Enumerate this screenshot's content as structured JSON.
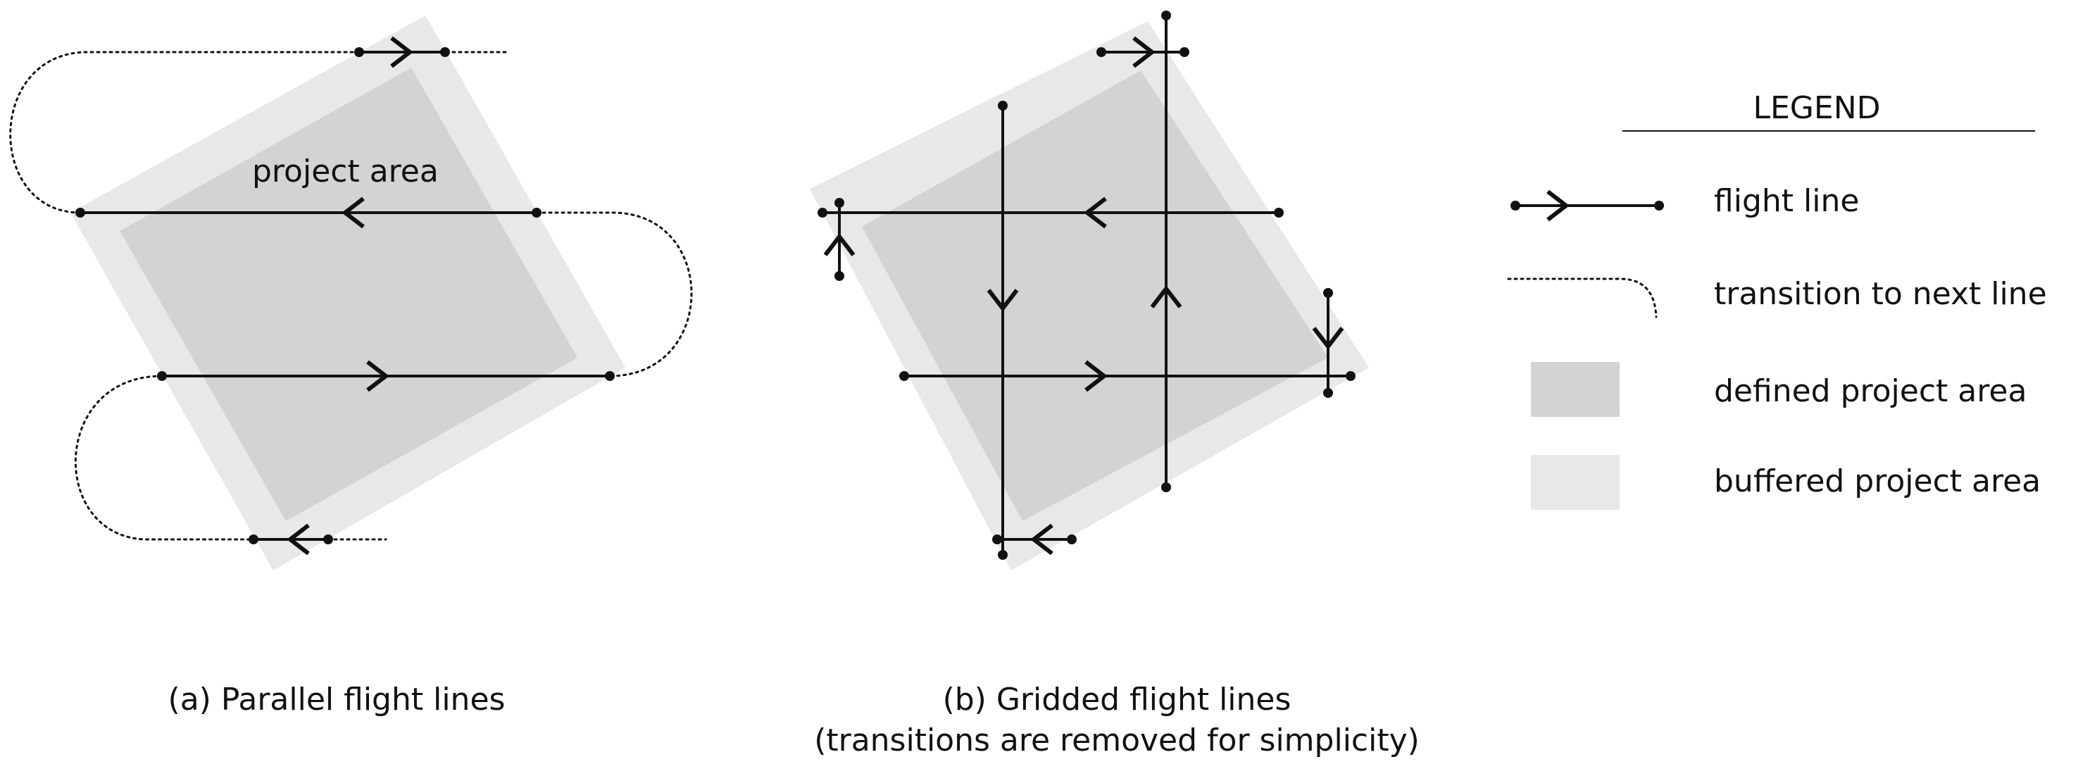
{
  "colors": {
    "defined_area": "#d3d3d3",
    "buffered_area": "#e8e8e8",
    "line": "#111111",
    "background": "#ffffff"
  },
  "panel_a": {
    "area_label": "project area",
    "caption": "(a) Parallel flight lines"
  },
  "panel_b": {
    "caption_line1": "(b) Gridded flight lines",
    "caption_line2": "(transitions are removed for simplicity)"
  },
  "legend": {
    "title": "LEGEND",
    "items": [
      {
        "symbol": "flight-line-symbol",
        "label": "flight line"
      },
      {
        "symbol": "dotted-transition-symbol",
        "label": "transition to next line"
      },
      {
        "symbol": "defined-area-swatch",
        "label": "defined project area"
      },
      {
        "symbol": "buffered-area-swatch",
        "label": "buffered project area"
      }
    ]
  }
}
